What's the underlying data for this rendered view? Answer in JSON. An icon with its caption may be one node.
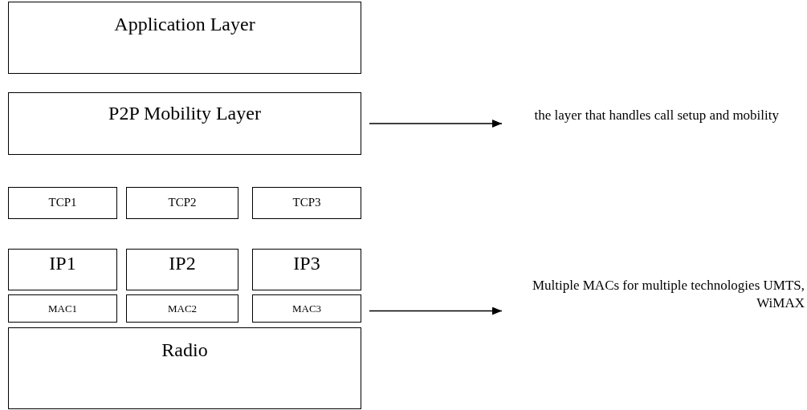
{
  "diagram": {
    "nodes": [
      {
        "text": [
          "Application Layer"
        ]
      },
      {
        "text": [
          "P2P Mobility Layer"
        ]
      },
      {
        "text": [
          "TCP1"
        ]
      },
      {
        "text": [
          "TCP2"
        ]
      },
      {
        "text": [
          "TCP3"
        ]
      },
      {
        "text": [
          "IP1"
        ]
      },
      {
        "text": [
          "IP2"
        ]
      },
      {
        "text": [
          "IP3"
        ]
      },
      {
        "text": [
          "MAC1"
        ]
      },
      {
        "text": [
          "MAC2"
        ]
      },
      {
        "text": [
          "MAC3"
        ]
      },
      {
        "text": [
          "Radio"
        ]
      },
      {
        "text": [
          "the layer that handles call setup and mobility"
        ]
      },
      {
        "text": [
          "Multiple MACs  for multiple technologies  UMTS, WiMAX"
        ]
      }
    ],
    "edges": [
      {
        "from": 1,
        "to": 12,
        "arrow": "to"
      },
      {
        "from": 10,
        "to": 13,
        "arrow": "to"
      }
    ]
  }
}
